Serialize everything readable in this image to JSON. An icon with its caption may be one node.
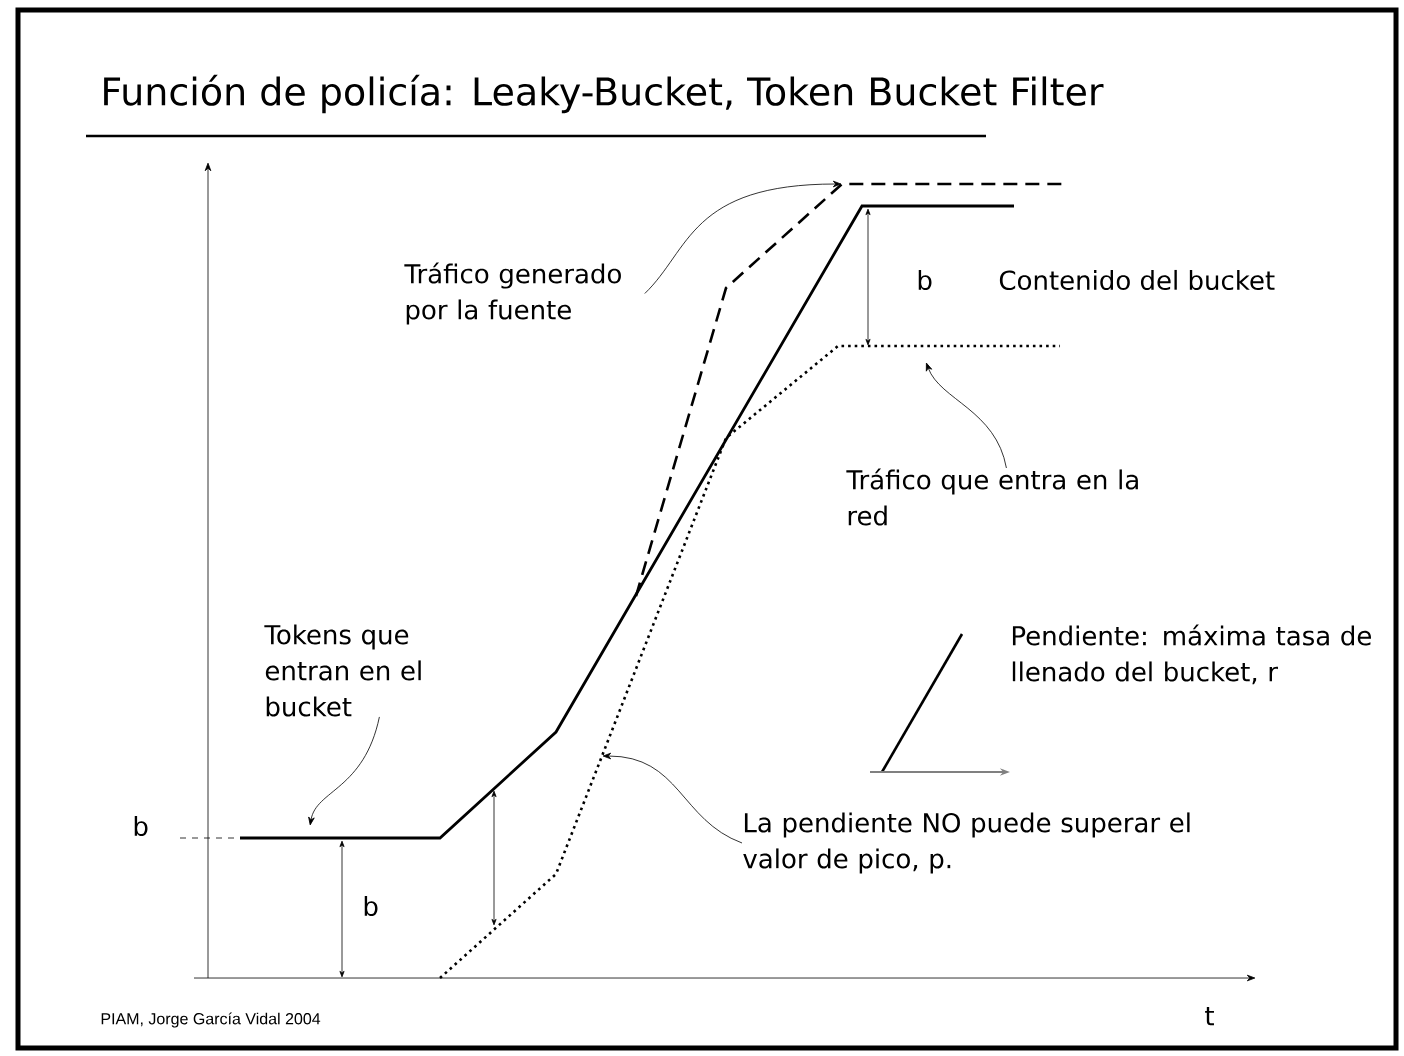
{
  "diagram": {
    "title": "Función de policía: Leaky-Bucket, Token Bucket Filter",
    "nodes": [
      {
        "text": [
          "Tráfico generado por la fuente"
        ]
      },
      {
        "text": [
          "Tráfico que entra en la red"
        ]
      },
      {
        "text": [
          "Tokens que entran en el bucket"
        ]
      },
      {
        "text": [
          "La pendiente NO puede superar el valor de pico, p."
        ]
      }
    ],
    "edges": [
      {
        "from": 0,
        "to": null,
        "arrow": "to"
      },
      {
        "from": 1,
        "to": null,
        "arrow": "to"
      },
      {
        "from": 2,
        "to": null,
        "arrow": "to"
      },
      {
        "from": 3,
        "to": null,
        "arrow": "to"
      }
    ],
    "labels": [
      "b",
      "Contenido del bucket",
      "Pendiente: máxima tasa de llenado del bucket, r",
      "b",
      "b",
      "t",
      "PIAM, Jorge García Vidal 2004"
    ]
  }
}
